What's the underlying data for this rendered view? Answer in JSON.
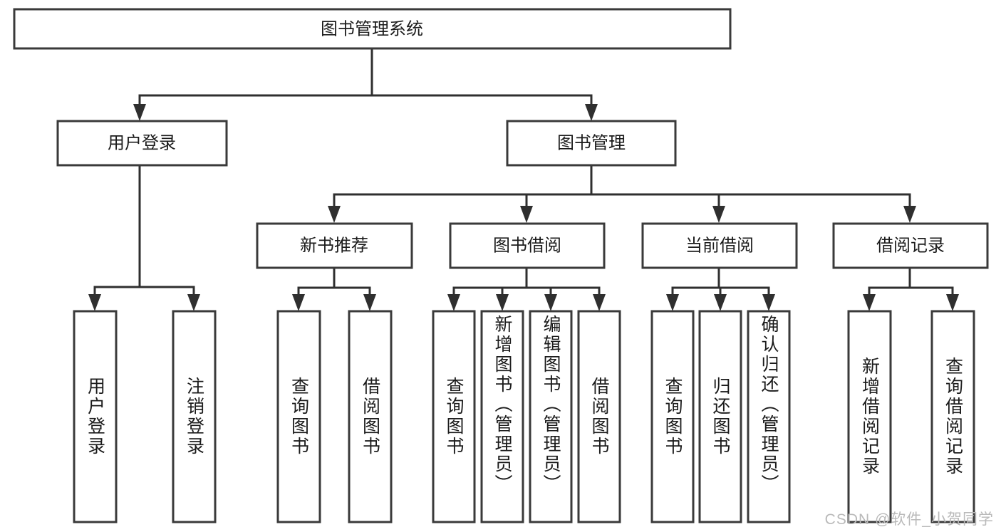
{
  "diagram": {
    "title": "图书管理系统",
    "type": "tree-hierarchy-diagram",
    "colors": {
      "box_stroke": "#3a3a3a",
      "box_fill": "#ffffff",
      "connector": "#2f2f2f",
      "text": "#1b1b1b",
      "background": "#ffffff",
      "watermark": "#b9b9b9"
    },
    "root": {
      "label": "图书管理系统"
    },
    "level2": [
      {
        "label": "用户登录"
      },
      {
        "label": "图书管理"
      }
    ],
    "level3": [
      {
        "label": "新书推荐"
      },
      {
        "label": "图书借阅"
      },
      {
        "label": "当前借阅"
      },
      {
        "label": "借阅记录"
      }
    ],
    "leaves": {
      "user_login": [
        {
          "label": "用户登录"
        },
        {
          "label": "注销登录"
        }
      ],
      "new_book_recommend": [
        {
          "label": "查询图书"
        },
        {
          "label": "借阅图书"
        }
      ],
      "book_borrow": [
        {
          "label": "查询图书"
        },
        {
          "label": "新增图书（管理员）"
        },
        {
          "label": "编辑图书（管理员）"
        },
        {
          "label": "借阅图书"
        }
      ],
      "current_borrow": [
        {
          "label": "查询图书"
        },
        {
          "label": "归还图书"
        },
        {
          "label": "确认归还（管理员）"
        }
      ],
      "borrow_record": [
        {
          "label": "新增借阅记录"
        },
        {
          "label": "查询借阅记录"
        }
      ]
    }
  },
  "watermark": {
    "text": "CSDN @软件_小贺同学"
  }
}
